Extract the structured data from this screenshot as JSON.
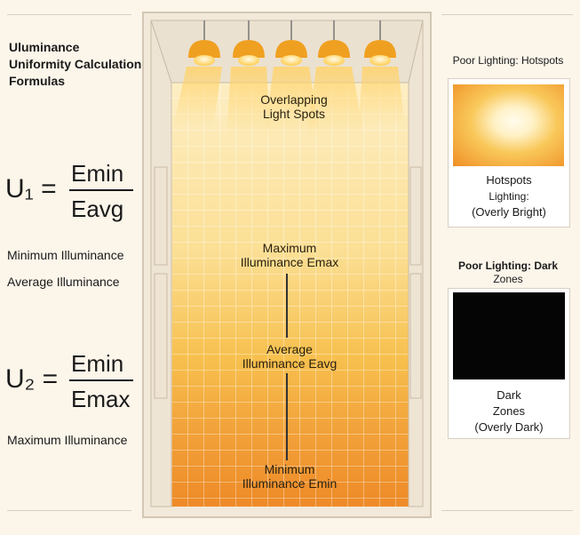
{
  "left": {
    "title_lines": [
      "Uluminance",
      "Uniformity Calculation",
      "Formulas"
    ],
    "formula1": {
      "lhs": "U₁ =",
      "numerator": "Emin",
      "denominator": "Eavg"
    },
    "label_min": "Minimum Illuminance",
    "label_avg": "Average Illuminance",
    "formula2": {
      "lhs": "U₂ =",
      "numerator": "Emin",
      "denominator": "Emax"
    },
    "label_max": "Maximum Illuminance"
  },
  "room": {
    "overlap": [
      "Overlapping",
      "Light Spots"
    ],
    "emax": [
      "Maximum",
      "Illuminance Emax"
    ],
    "eavg": [
      "Average",
      "Illuminance Eavg"
    ],
    "emin": [
      "Minimum",
      "Illuminance Emin"
    ],
    "lamp_count": 5,
    "colors": {
      "light_top": "#fdeec4",
      "light_bottom": "#ee8a27",
      "lamp": "#f0a020"
    }
  },
  "right": {
    "hotspots_title": "Poor Lighting: Hotspots",
    "hotspots_caption": [
      "Hotspots",
      "Lighting:",
      "(Overly Bright)"
    ],
    "dark_title": [
      "Poor Lighting:  Dark",
      "Zones"
    ],
    "dark_caption": [
      "Dark",
      "Zones",
      "(Overly Dark)"
    ],
    "colors": {
      "hotspot_outer": "#ef8f25",
      "hotspot_center": "#fff9e6",
      "dark": "#050505"
    }
  }
}
